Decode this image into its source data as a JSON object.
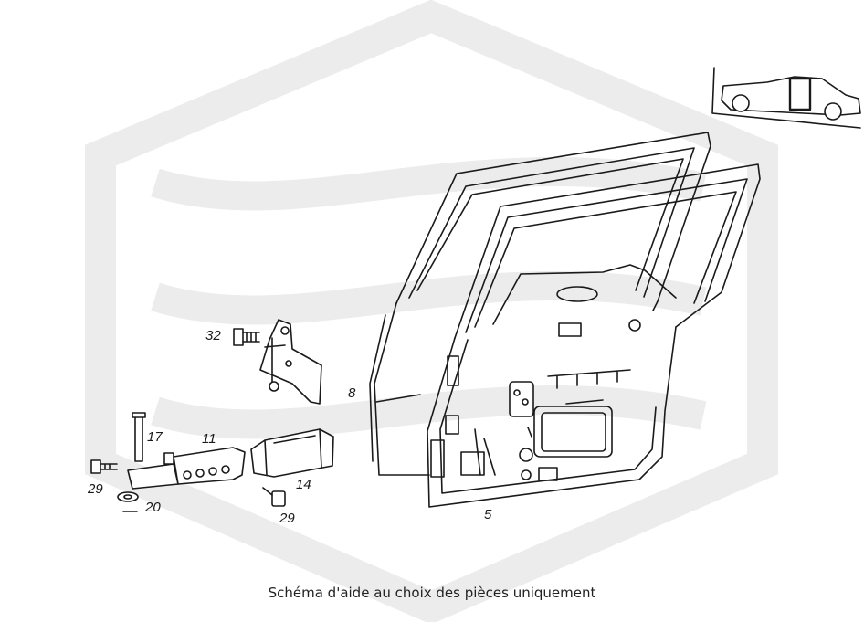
{
  "diagram": {
    "caption": "Schéma d'aide au choix des pièces uniquement",
    "part_labels": [
      {
        "id": "32",
        "text": "32"
      },
      {
        "id": "8",
        "text": "8"
      },
      {
        "id": "17",
        "text": "17"
      },
      {
        "id": "11",
        "text": "11"
      },
      {
        "id": "29a",
        "text": "29"
      },
      {
        "id": "14",
        "text": "14"
      },
      {
        "id": "20",
        "text": "20"
      },
      {
        "id": "29b",
        "text": "29"
      },
      {
        "id": "5",
        "text": "5"
      }
    ],
    "icons": {
      "watermark": "hexagon-logo-watermark",
      "locator": "car-side-locator-icon"
    },
    "colors": {
      "ink": "#1a1a1a",
      "watermark": "#ececec",
      "background": "#ffffff"
    }
  }
}
